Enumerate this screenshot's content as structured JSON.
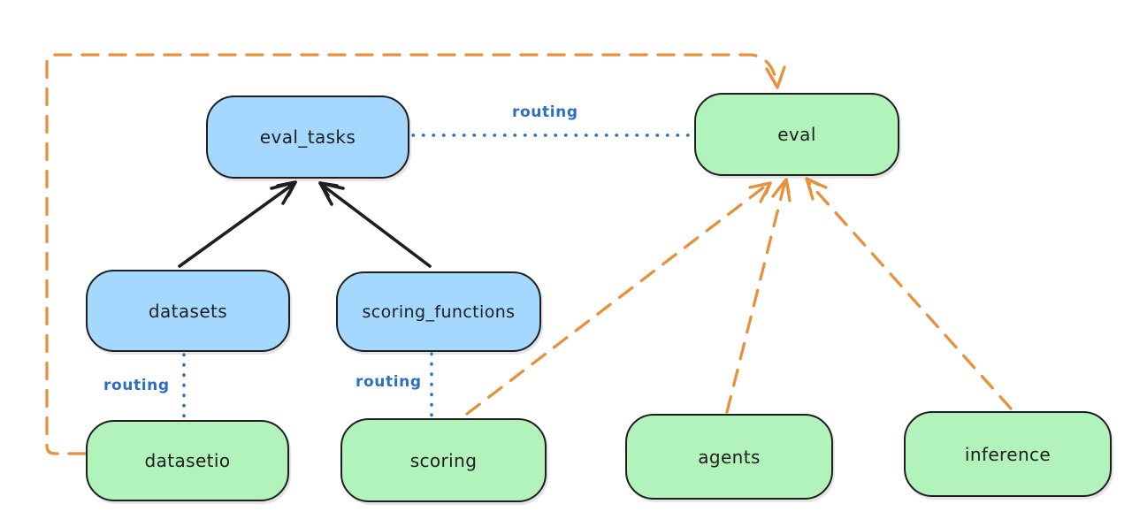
{
  "nodes": {
    "eval_tasks": {
      "label": "eval_tasks",
      "fill": "#a5d8ff"
    },
    "eval": {
      "label": "eval",
      "fill": "#b2f2bb"
    },
    "datasets": {
      "label": "datasets",
      "fill": "#a5d8ff"
    },
    "scoring_functions": {
      "label": "scoring_functions",
      "fill": "#a5d8ff"
    },
    "datasetio": {
      "label": "datasetio",
      "fill": "#b2f2bb"
    },
    "scoring": {
      "label": "scoring",
      "fill": "#b2f2bb"
    },
    "agents": {
      "label": "agents",
      "fill": "#b2f2bb"
    },
    "inference": {
      "label": "inference",
      "fill": "#b2f2bb"
    }
  },
  "edge_labels": {
    "routing": "routing"
  },
  "edges": [
    {
      "from": "datasets",
      "to": "eval_tasks",
      "style": "solid-arrow",
      "color": "black"
    },
    {
      "from": "scoring_functions",
      "to": "eval_tasks",
      "style": "solid-arrow",
      "color": "black"
    },
    {
      "from": "eval_tasks",
      "to": "eval",
      "style": "dotted",
      "color": "blue",
      "label": "routing"
    },
    {
      "from": "datasets",
      "to": "datasetio",
      "style": "dotted",
      "color": "blue",
      "label": "routing"
    },
    {
      "from": "scoring_functions",
      "to": "scoring",
      "style": "dotted",
      "color": "blue",
      "label": "routing"
    },
    {
      "from": "datasetio",
      "to": "eval",
      "style": "dashed-arrow",
      "color": "orange"
    },
    {
      "from": "scoring",
      "to": "eval",
      "style": "dashed-arrow",
      "color": "orange"
    },
    {
      "from": "agents",
      "to": "eval",
      "style": "dashed-arrow",
      "color": "orange"
    },
    {
      "from": "inference",
      "to": "eval",
      "style": "dashed-arrow",
      "color": "orange"
    }
  ],
  "colors": {
    "background": "#ffffff",
    "node_stroke": "#1e1e1e",
    "blue_fill": "#a5d8ff",
    "green_fill": "#b2f2bb",
    "routing_blue": "#2b6fc4",
    "orange": "#e8913d"
  }
}
